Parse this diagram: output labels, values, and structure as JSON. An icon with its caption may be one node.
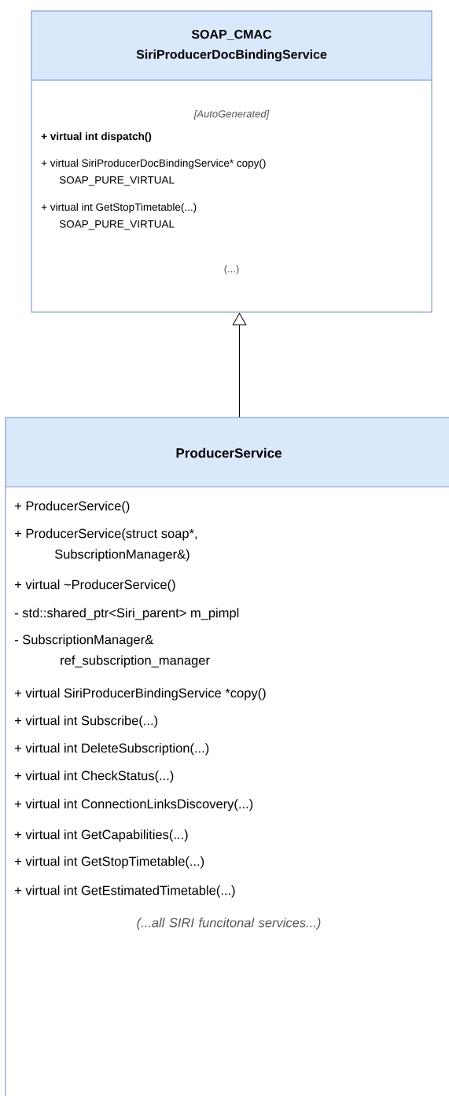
{
  "diagram": {
    "nodes": [
      {
        "text": [
          "SOAP_CMAC SiriProducerDocBindingService",
          "[AutoGenerated]",
          "+ virtual int dispatch()",
          "+ virtual SiriProducerDocBindingService* copy() SOAP_PURE_VIRTUAL",
          "+ virtual int GetStopTimetable(...) SOAP_PURE_VIRTUAL",
          "(...)"
        ]
      },
      {
        "text": [
          "ProducerService",
          "+ ProducerService()",
          "+ ProducerService(struct soap*, SubscriptionManager&)",
          "+ virtual ~ProducerService()",
          "- std::shared_ptr<Siri_parent> m_pimpl",
          "- SubscriptionManager& ref_subscription_manager",
          "+ virtual SiriProducerBindingService *copy()",
          "+ virtual int Subscribe(...)",
          "+ virtual int DeleteSubscription(...)",
          "+ virtual int CheckStatus(...)",
          "+ virtual int ConnectionLinksDiscovery(...)",
          "+ virtual int GetCapabilities(...)",
          "+ virtual int GetStopTimetable(...)",
          "+ virtual int GetEstimatedTimetable(...)",
          "(...all SIRI funcitonal services...)"
        ]
      }
    ],
    "edges": [
      {
        "from": 1,
        "to": 0,
        "arrow": "to"
      }
    ]
  }
}
